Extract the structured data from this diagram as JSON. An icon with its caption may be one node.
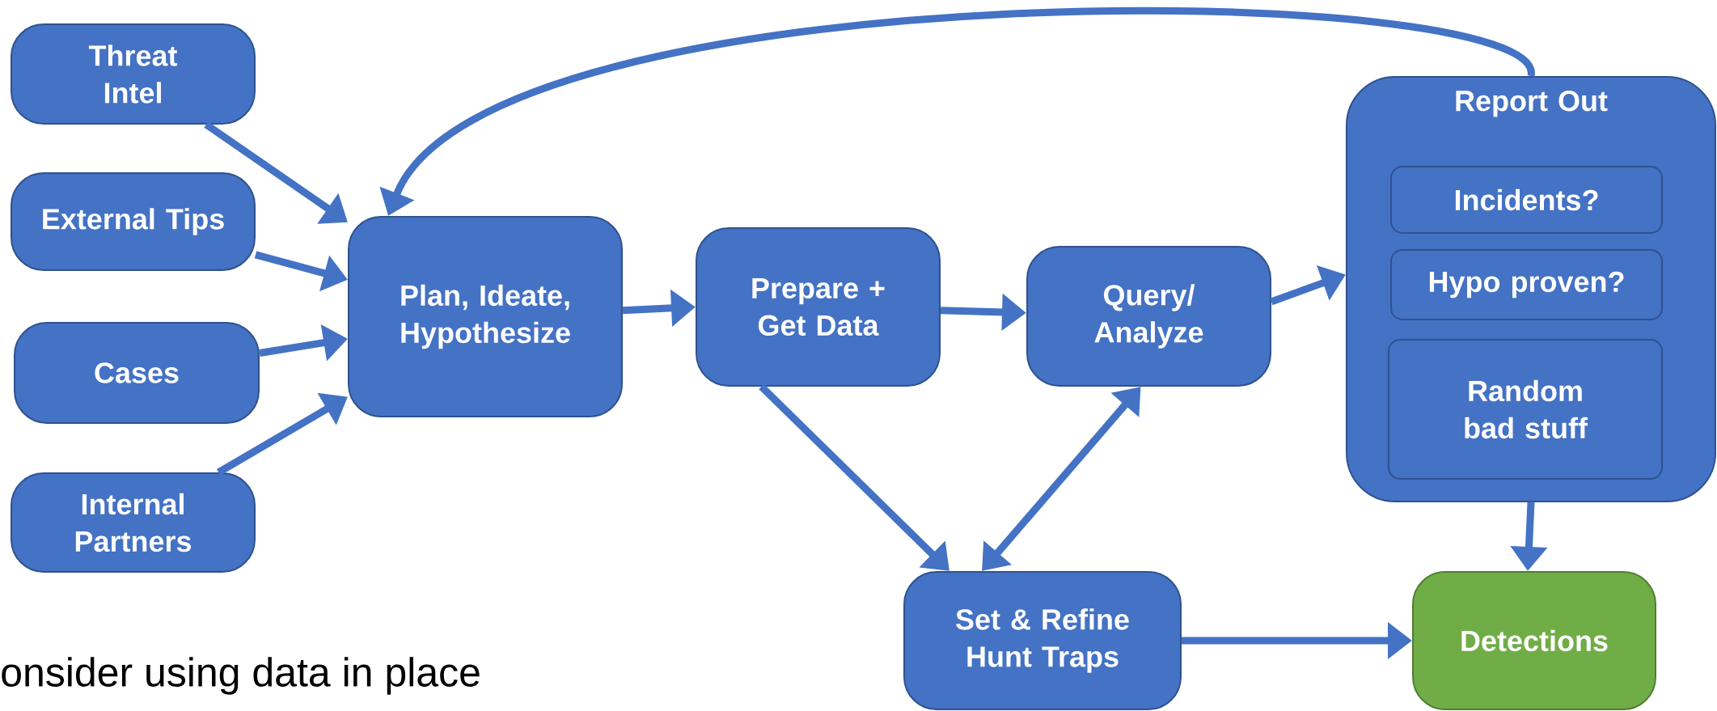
{
  "diagram": {
    "nodes": [
      {
        "text": [
          "Threat Intel"
        ]
      },
      {
        "text": [
          "External Tips"
        ]
      },
      {
        "text": [
          "Cases"
        ]
      },
      {
        "text": [
          "Internal Partners"
        ]
      },
      {
        "text": [
          "Plan, Ideate, Hypothesize"
        ]
      },
      {
        "text": [
          "Prepare + Get Data"
        ]
      },
      {
        "text": [
          "Query/ Analyze"
        ]
      },
      {
        "text": [
          "Report Out"
        ]
      },
      {
        "text": [
          "Incidents?"
        ],
        "in": 7
      },
      {
        "text": [
          "Hypo proven?"
        ],
        "in": 7
      },
      {
        "text": [
          "Random bad stuff"
        ],
        "in": 7
      },
      {
        "text": [
          "Set & Refine Hunt Traps"
        ]
      },
      {
        "text": [
          "Detections"
        ]
      }
    ],
    "edges": [
      {
        "from": 0,
        "to": 4,
        "arrow": "to"
      },
      {
        "from": 1,
        "to": 4,
        "arrow": "to"
      },
      {
        "from": 2,
        "to": 4,
        "arrow": "to"
      },
      {
        "from": 3,
        "to": 4,
        "arrow": "to"
      },
      {
        "from": 7,
        "to": 4,
        "arrow": "to"
      },
      {
        "from": 4,
        "to": 5,
        "arrow": "to"
      },
      {
        "from": 5,
        "to": 6,
        "arrow": "to"
      },
      {
        "from": 6,
        "to": 7,
        "arrow": "to"
      },
      {
        "from": 5,
        "to": 11,
        "arrow": "to"
      },
      {
        "from": 6,
        "to": 11,
        "arrow": "both"
      },
      {
        "from": 11,
        "to": 12,
        "arrow": "to"
      },
      {
        "from": 7,
        "to": 12,
        "arrow": "to"
      }
    ],
    "labels": [
      "onsider using data in place"
    ]
  }
}
